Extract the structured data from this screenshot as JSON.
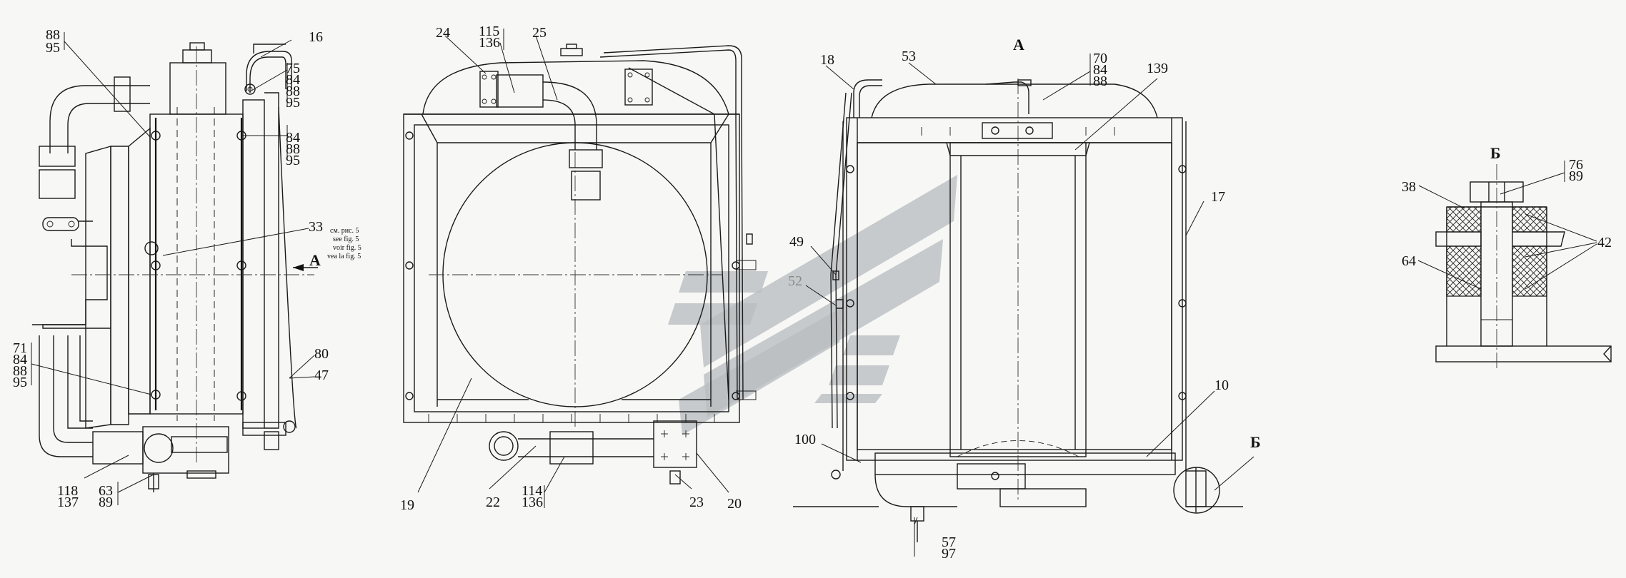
{
  "view_labels": {
    "view_a_arrow": "А",
    "view_a_title": "А",
    "detail_b_callout": "Б",
    "detail_b_title": "Б"
  },
  "note_lines": [
    "см. рис. 5",
    "see fig. 5",
    "voir fig. 5",
    "vea la fig. 5"
  ],
  "callouts": {
    "c88_95_a": [
      "88",
      "95"
    ],
    "c16": [
      "16"
    ],
    "c75_84_88_95": [
      "75",
      "84",
      "88",
      "95"
    ],
    "c84_88_95": [
      "84",
      "88",
      "95"
    ],
    "c33": [
      "33"
    ],
    "c71_84_88_95": [
      "71",
      "84",
      "88",
      "95"
    ],
    "c80": [
      "80"
    ],
    "c47": [
      "47"
    ],
    "c118_137": [
      "118",
      "137"
    ],
    "c63_89": [
      "63",
      "89"
    ],
    "c24": [
      "24"
    ],
    "c115_136": [
      "115",
      "136"
    ],
    "c25": [
      "25"
    ],
    "c19": [
      "19"
    ],
    "c22": [
      "22"
    ],
    "c114_136": [
      "114",
      "136"
    ],
    "c23": [
      "23"
    ],
    "c20": [
      "20"
    ],
    "c18": [
      "18"
    ],
    "c53": [
      "53"
    ],
    "c70_84_88": [
      "70",
      "84",
      "88"
    ],
    "c139": [
      "139"
    ],
    "c17": [
      "17"
    ],
    "c49": [
      "49"
    ],
    "c52": [
      "52"
    ],
    "c10": [
      "10"
    ],
    "c100": [
      "100"
    ],
    "c57_97": [
      "57",
      "97"
    ],
    "c76_89": [
      "76",
      "89"
    ],
    "c38": [
      "38"
    ],
    "c42": [
      "42"
    ],
    "c64": [
      "64"
    ]
  },
  "colors": {
    "ink": "#1a1a1a",
    "paper": "#f7f7f5",
    "watermark": "#b9bec0",
    "faded_callout": "#8a8a8a"
  }
}
